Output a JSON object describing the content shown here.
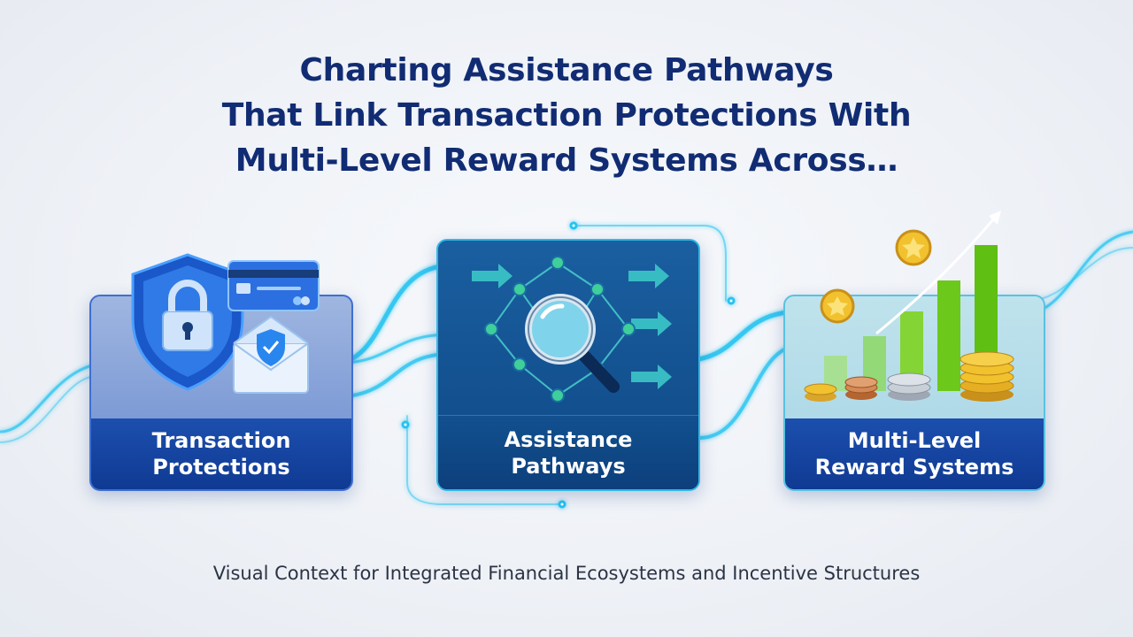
{
  "title": {
    "line1": "Charting Assistance Pathways",
    "line2": "That Link Transaction Protections With",
    "line3": "Multi-Level Reward Systems Across…"
  },
  "nodes": [
    {
      "label_line1": "Transaction",
      "label_line2": "Protections"
    },
    {
      "label_line1": "Assistance",
      "label_line2": "Pathways"
    },
    {
      "label_line1": "Multi-Level",
      "label_line2": "Reward Systems"
    }
  ],
  "subtitle": "Visual Context for Integrated Financial Ecosystems and Incentive Structures",
  "colors": {
    "title": "#112c73",
    "glow": "#27c3f0",
    "card_dark": "#0f3a93",
    "accent_green": "#7ed321",
    "coin_gold": "#f2c12e"
  },
  "icons": [
    "shield-lock-icon",
    "credit-card-icon",
    "envelope-check-icon",
    "network-graph-icon",
    "magnifier-icon",
    "arrow-right-icon",
    "coin-star-icon",
    "bar-chart-icon",
    "coin-stack-icon",
    "trend-arrow-icon"
  ]
}
